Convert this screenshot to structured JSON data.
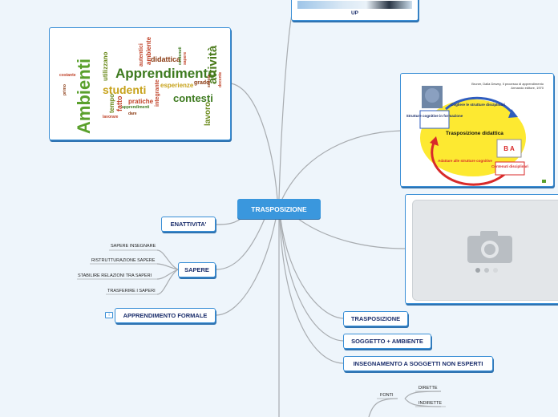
{
  "central": "TRASPOSIZIONE",
  "top_partial_label": "UP",
  "right_branches": [
    "TRASPOSIZIONE",
    "SOGGETTO + AMBIENTE",
    "INSEGNAMENTO A SOGGETTI NON ESPERTI"
  ],
  "left_branches": {
    "enattivita": "ENATTIVITA'",
    "sapere": "SAPERE",
    "apprendimento": "APPRENDIMENTO FORMALE"
  },
  "sapere_children": [
    "SAPERE INSEGNARE",
    "RISTRUTTURAZIONE SAPERE",
    "STABILIRE RELAZIONI TRA SAPERI",
    "TRASFERIRE I SAPERI"
  ],
  "fonti": {
    "label": "FONTI",
    "children": [
      "DIRETTE",
      "INDIRETTE"
    ]
  },
  "info_icon_text": "i",
  "wordcloud": {
    "words": [
      "Ambienti",
      "Apprendimento",
      "studenti",
      "attività",
      "contesti",
      "didattica",
      "lavoro",
      "esperienze",
      "pratiche",
      "ambiente",
      "autentici",
      "utilizzano",
      "fatto",
      "tempo",
      "integrante",
      "grado",
      "costante",
      "primo",
      "apprendimenti",
      "dare",
      "lavorare",
      "contenuti",
      "sapere",
      "scuola",
      "docente"
    ]
  },
  "diagram_image": {
    "header": "Bruner, Dalla Dewey, Il processo di apprendimento",
    "header2": "Armando editore, 1970",
    "center": "Trasposizione didattica",
    "top_label": "Cogliere le strutture disciplinari",
    "left_box": "Strutture cognitive in formazione",
    "bottom_label": "Adattare alle strutture cognitive",
    "right_box": "Contenuti disciplinari",
    "abc": "B A"
  },
  "colors": {
    "accent": "#3a97dd",
    "node_border": "#3a8fd6",
    "text": "#1a2d6b",
    "line": "#a8acb0"
  }
}
